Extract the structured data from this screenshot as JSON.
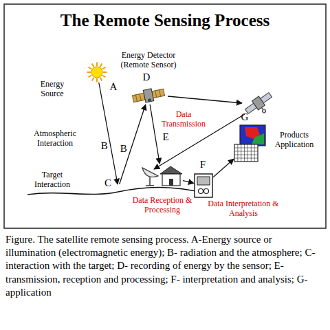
{
  "diagram": {
    "title": "The Remote Sensing Process",
    "caption": "Figure. The satellite remote sensing process. A-Energy source or illumination (electromagnetic energy); B- radiation and the atmosphere; C- interaction with the target; D- recording of energy by the sensor; E- transmission, reception and processing; F- interpretation and analysis; G- application",
    "nodes": [
      {
        "text": [
          "Energy Source",
          "A"
        ]
      },
      {
        "text": [
          "Energy Detector (Remote Sensor)",
          "D"
        ]
      },
      {
        "text": [
          "Target Interaction",
          "C"
        ]
      },
      {
        "text": [
          "Data Reception & Processing"
        ]
      },
      {
        "text": [
          "F",
          "Data Interpretation & Analysis"
        ]
      },
      {
        "text": [
          "G",
          "Products Application"
        ]
      }
    ],
    "edges": [
      {
        "from": 0,
        "to": 2,
        "label": "B",
        "arrow": "to"
      },
      {
        "from": 2,
        "to": 1,
        "label": "B",
        "arrow": "to"
      },
      {
        "from": 1,
        "to": 3,
        "arrow": "to"
      },
      {
        "from": 3,
        "to": 4,
        "arrow": "to"
      },
      {
        "from": 4,
        "to": 5,
        "arrow": "to"
      }
    ],
    "labels": [
      "Atmospheric Interaction",
      "Data Transmission",
      "E"
    ]
  }
}
